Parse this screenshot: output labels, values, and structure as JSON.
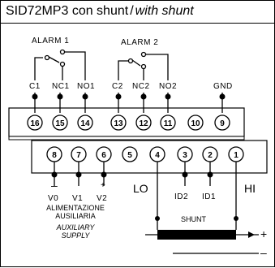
{
  "title": {
    "model": "SID72MP3 con shunt",
    "separator": "/",
    "english": "with shunt"
  },
  "alarms": {
    "alarm1": "ALARM 1",
    "alarm2": "ALARM 2"
  },
  "top_terminals": {
    "labels": [
      "C1",
      "NC1",
      "NO1",
      "C2",
      "NC2",
      "NO2",
      "GND"
    ],
    "numbers": [
      "16",
      "15",
      "14",
      "13",
      "12",
      "11",
      "10",
      "9"
    ]
  },
  "bottom_terminals": {
    "numbers": [
      "8",
      "7",
      "6",
      "5",
      "4",
      "3",
      "2",
      "1"
    ],
    "lo": "LO",
    "hi": "HI",
    "id_labels": [
      "ID2",
      "ID1"
    ]
  },
  "supply": {
    "minus": "–",
    "plus": "+",
    "v0": "V0",
    "v1": "V1",
    "v2": "V2",
    "line1": "ALIMENTAZIONE",
    "line2": "AUSILIARIA",
    "line3": "AUXILIARY",
    "line4": "SUPPLY"
  },
  "shunt": {
    "label": "SHUNT",
    "plus": "+",
    "minus": "–"
  }
}
